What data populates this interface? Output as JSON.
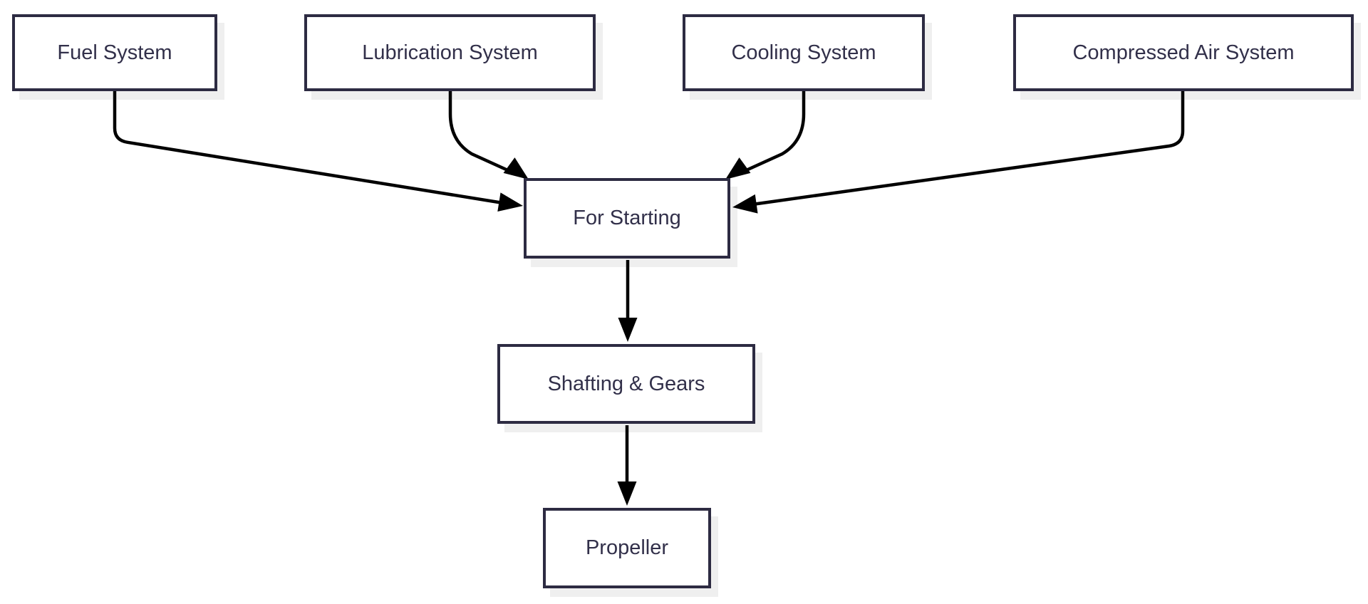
{
  "diagram": {
    "type": "flowchart",
    "direction": "top-down",
    "background_color": "#ffffff",
    "node_fill_color": "#ffffff",
    "node_border_color": "#2d2b42",
    "node_text_color": "#32304a",
    "edge_color": "#000000",
    "nodes": [
      {
        "id": "fuel-system",
        "label": "Fuel System"
      },
      {
        "id": "lubrication-system",
        "label": "Lubrication System"
      },
      {
        "id": "cooling-system",
        "label": "Cooling System"
      },
      {
        "id": "compressed-air-system",
        "label": "Compressed Air System"
      },
      {
        "id": "for-starting",
        "label": "For Starting"
      },
      {
        "id": "shafting-gears",
        "label": "Shafting & Gears"
      },
      {
        "id": "propeller",
        "label": "Propeller"
      }
    ],
    "edges": [
      {
        "from": "Fuel System",
        "to": "For Starting",
        "arrow": "filled-triangle"
      },
      {
        "from": "Lubrication System",
        "to": "For Starting",
        "arrow": "filled-triangle"
      },
      {
        "from": "Cooling System",
        "to": "For Starting",
        "arrow": "filled-triangle"
      },
      {
        "from": "Compressed Air System",
        "to": "For Starting",
        "arrow": "filled-triangle"
      },
      {
        "from": "For Starting",
        "to": "Shafting & Gears",
        "arrow": "filled-triangle"
      },
      {
        "from": "Shafting & Gears",
        "to": "Propeller",
        "arrow": "filled-triangle"
      }
    ]
  }
}
